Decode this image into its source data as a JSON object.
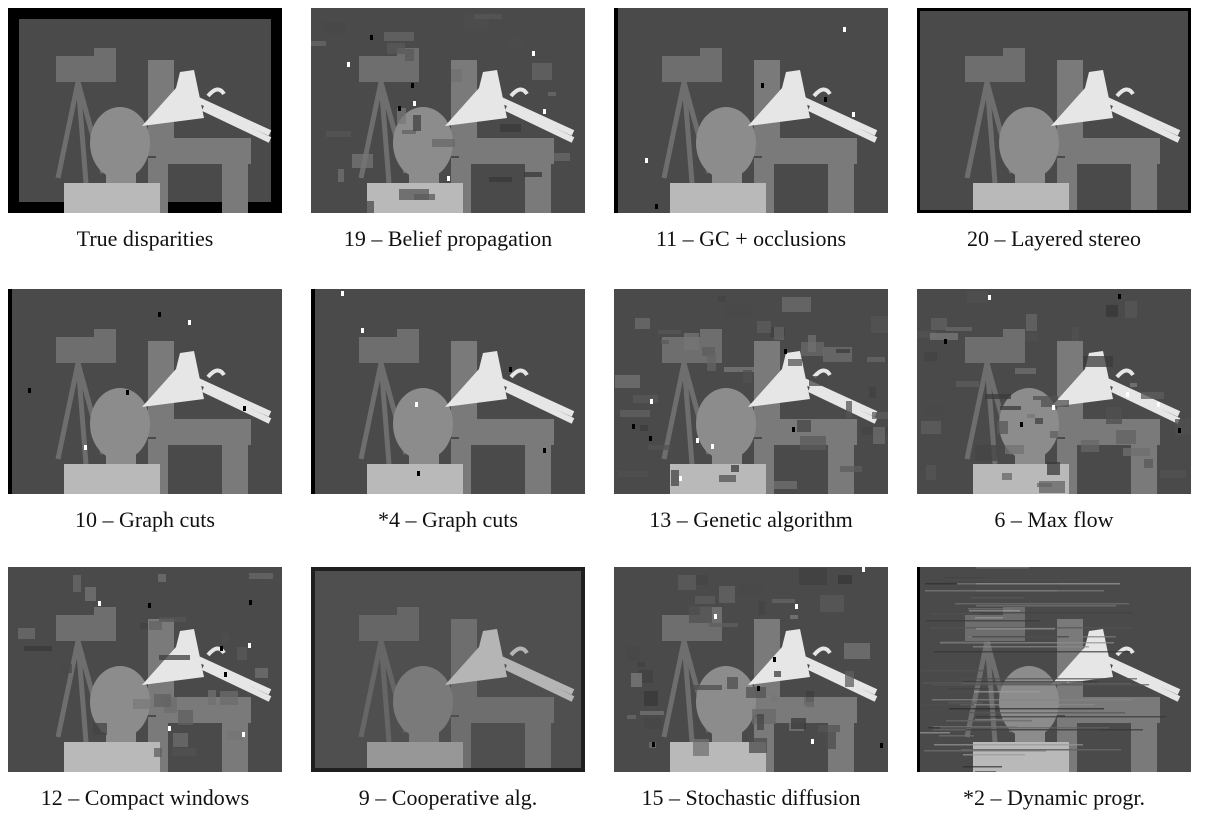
{
  "colors": {
    "background": "#4a4a4a",
    "border": "#000000",
    "lamp": "#e6e6e6",
    "head": "#8c8c8c",
    "bust_base": "#b9b9b9",
    "camera": "#6e6e6e",
    "table": "#7a7a7a"
  },
  "panels": [
    {
      "caption": "True disparities",
      "variant": "truth"
    },
    {
      "caption": "19 – Belief propagation",
      "variant": "blocky"
    },
    {
      "caption": "11 – GC + occlusions",
      "variant": "clean"
    },
    {
      "caption": "20 – Layered stereo",
      "variant": "layered"
    },
    {
      "caption": "10 – Graph cuts",
      "variant": "clean"
    },
    {
      "caption": "*4 – Graph cuts",
      "variant": "clean"
    },
    {
      "caption": "13 – Genetic algorithm",
      "variant": "noisy"
    },
    {
      "caption": "6 – Max flow",
      "variant": "noisy"
    },
    {
      "caption": "12 – Compact windows",
      "variant": "blocky"
    },
    {
      "caption": "9 – Cooperative alg.",
      "variant": "smooth"
    },
    {
      "caption": "15 – Stochastic diffusion",
      "variant": "noisy"
    },
    {
      "caption": "*2 – Dynamic progr.",
      "variant": "streaky"
    }
  ]
}
